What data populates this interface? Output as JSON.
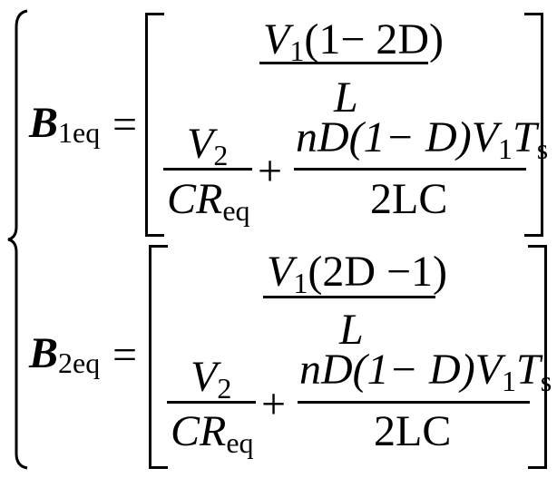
{
  "equations": [
    {
      "lhs": {
        "symbol": "B",
        "subscript": "1eq"
      },
      "equals": "=",
      "row1": {
        "num_var": "V",
        "num_sub": "1",
        "num_rest": "(1− 2D)",
        "den": "L"
      },
      "row2": {
        "term1": {
          "num_var": "V",
          "num_sub": "2",
          "den_var": "CR",
          "den_sub": "eq"
        },
        "plus": "+",
        "term2": {
          "num_pre": "nD(1− D)",
          "num_v": "V",
          "num_v_sub": "1",
          "num_t": "T",
          "num_t_sub": "s",
          "den": "2LC"
        }
      }
    },
    {
      "lhs": {
        "symbol": "B",
        "subscript": "2eq"
      },
      "equals": "=",
      "row1": {
        "num_var": "V",
        "num_sub": "1",
        "num_rest": "(2D −1)",
        "den": "L"
      },
      "row2": {
        "term1": {
          "num_var": "V",
          "num_sub": "2",
          "den_var": "CR",
          "den_sub": "eq"
        },
        "plus": "+",
        "term2": {
          "num_pre": "nD(1− D)",
          "num_v": "V",
          "num_v_sub": "1",
          "num_t": "T",
          "num_t_sub": "s",
          "den": "2LC"
        }
      }
    }
  ]
}
